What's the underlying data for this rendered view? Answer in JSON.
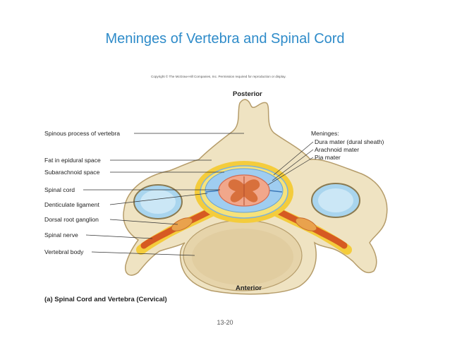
{
  "slide": {
    "title": "Meninges of Vertebra and Spinal Cord",
    "page_number": "13-20"
  },
  "figure": {
    "copyright": "Copyright © The McGraw-Hill Companies, Inc. Permission required for reproduction or display.",
    "orientation_top": "Posterior",
    "orientation_bottom": "Anterior",
    "caption": "(a) Spinal Cord and Vertebra (Cervical)",
    "left_labels": [
      "Spinous process of vertebra",
      "Fat in epidural space",
      "Subarachnoid space",
      "Spinal cord",
      "Denticulate ligament",
      "Dorsal root ganglion",
      "Spinal nerve",
      "Vertebral body"
    ],
    "meninges_heading": "Meninges:",
    "meninges_labels": [
      "Dura mater (dural sheath)",
      "Arachnoid mater",
      "Pia mater"
    ]
  },
  "colors": {
    "title": "#2e8bc9",
    "bone": "#efe3c2",
    "bone_edge": "#b59c6a",
    "fat": "#f4cc3c",
    "csf": "#9fcdf0",
    "cord": "#f1a78b",
    "grey_matter": "#d8703c",
    "nerve": "#d65a22"
  }
}
